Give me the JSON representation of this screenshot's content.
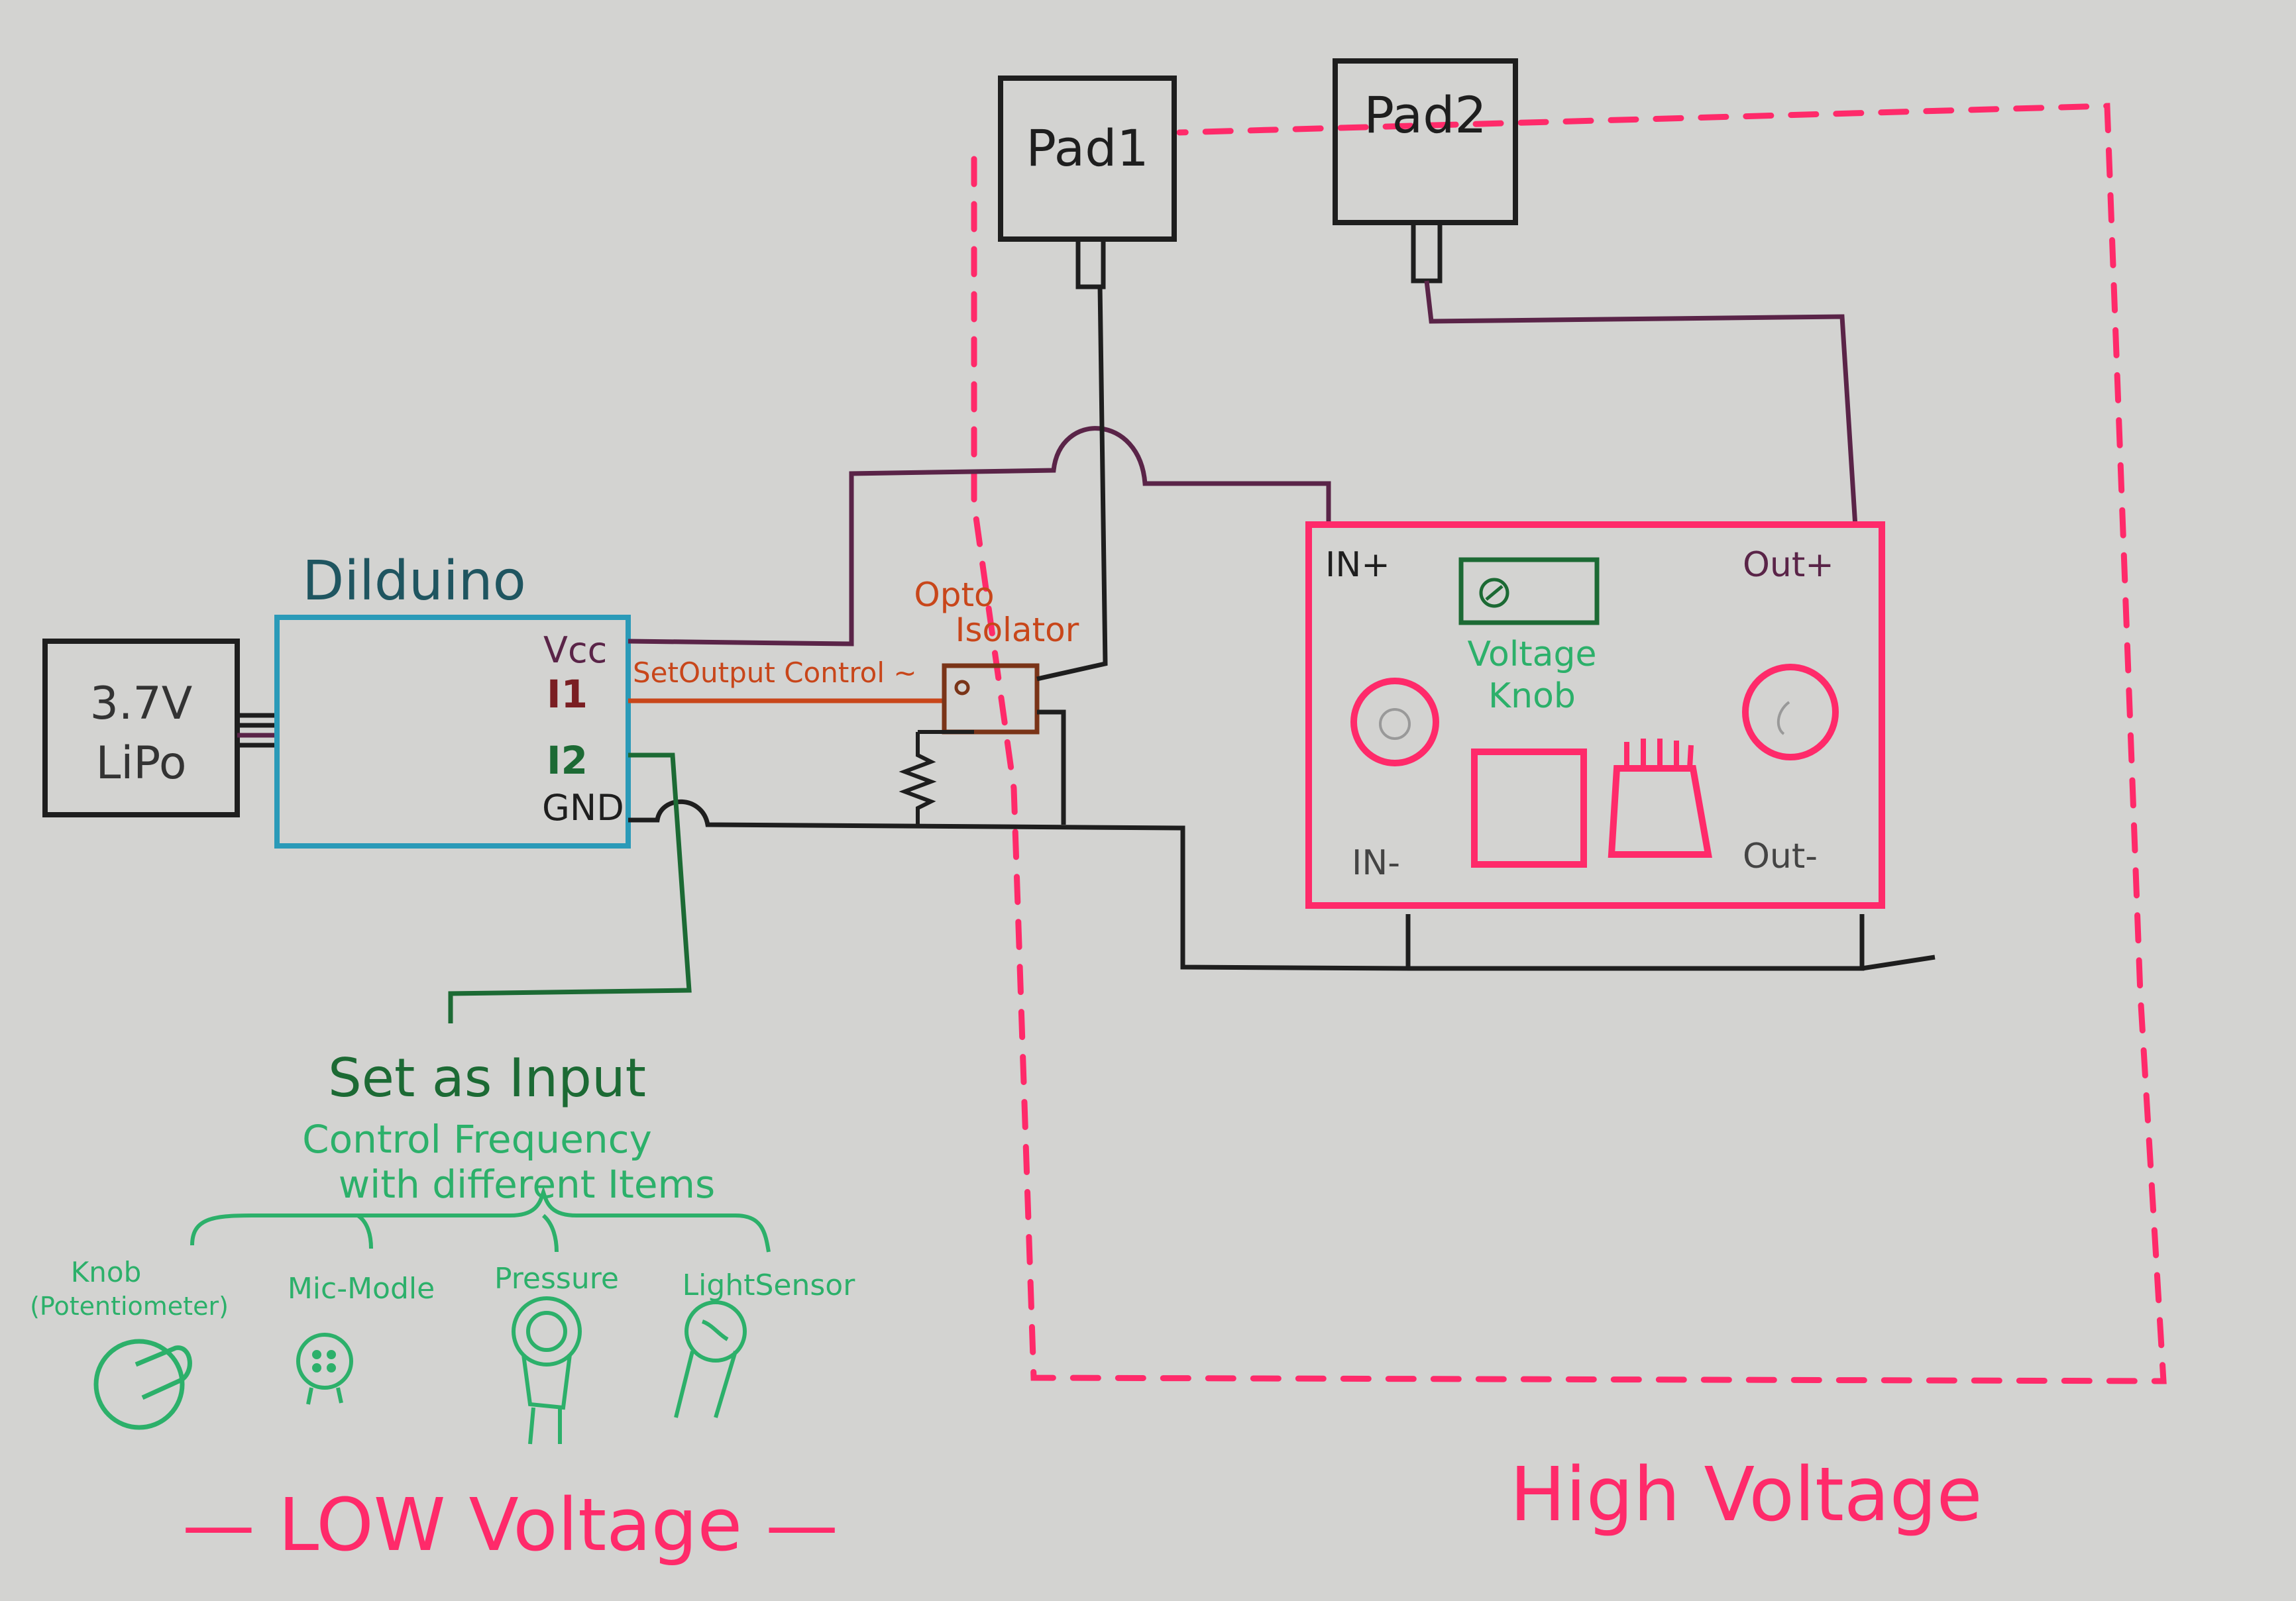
{
  "colors": {
    "paper": "#d3d3d1",
    "ink_black": "#1e1e1e",
    "ink_purple": "#5a2448",
    "ink_pink": "#ff2a6a",
    "ink_blue": "#2a9ab8",
    "ink_teal": "#1f5560",
    "ink_orange": "#c8461a",
    "ink_green_dark": "#1c6a34",
    "ink_green_light": "#2cb06a"
  },
  "components": {
    "battery": {
      "line1": "3.7V",
      "line2": "LiPo"
    },
    "controller": {
      "title": "Dilduino",
      "pins": {
        "vcc": "Vcc",
        "i1": "I1",
        "i2": "I2",
        "gnd": "GND"
      }
    },
    "wire_label_i1": "SetOutput Control ~",
    "opto": {
      "line1": "Opto",
      "line2": "Isolator"
    },
    "pads": {
      "pad1": "Pad1",
      "pad2": "Pad2"
    },
    "converter": {
      "in_plus": "IN+",
      "out_plus": "Out+",
      "in_minus": "IN-",
      "out_minus": "Out-",
      "knob_line1": "Voltage",
      "knob_line2": "Knob"
    }
  },
  "input_section": {
    "title": "Set as Input",
    "subtitle_line1": "Control Frequency",
    "subtitle_line2": "with different Items",
    "items": [
      {
        "label_line1": "Knob",
        "label_line2": "(Potentiometer)",
        "icon": "potentiometer-icon"
      },
      {
        "label_line1": "Mic-Modle",
        "label_line2": "",
        "icon": "microphone-icon"
      },
      {
        "label_line1": "Pressure",
        "label_line2": "",
        "icon": "pressure-sensor-icon"
      },
      {
        "label_line1": "LightSensor",
        "label_line2": "",
        "icon": "light-sensor-icon"
      }
    ]
  },
  "zones": {
    "low": "— LOW Voltage —",
    "high": "High Voltage"
  }
}
